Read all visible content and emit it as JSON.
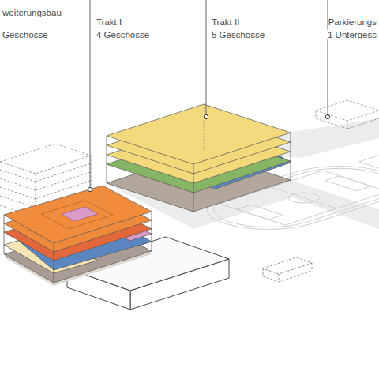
{
  "diagram": {
    "labels": [
      "weiterungsbau",
      "Geschosse",
      "Trakt I",
      "4 Geschosse",
      "Trakt II",
      "5 Geschosse",
      "Parkierungs",
      "1 Untergesc"
    ]
  }
}
